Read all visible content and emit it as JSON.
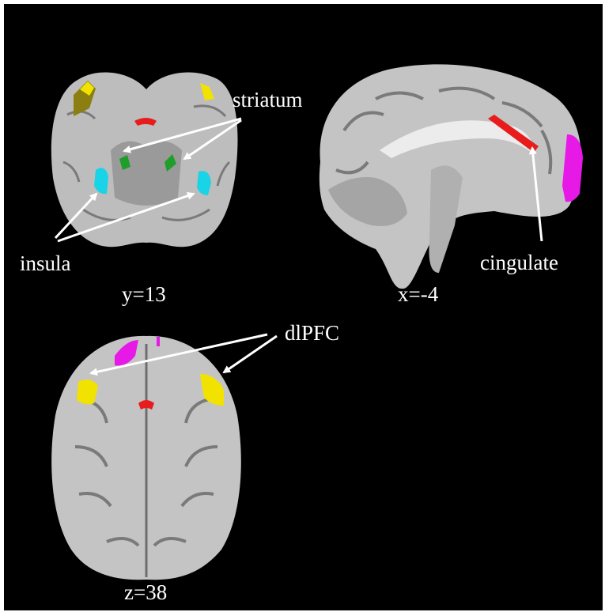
{
  "figure": {
    "background": "#000000",
    "brain_tissue": "#c9c9c9",
    "views": [
      {
        "id": "coronal",
        "coord": "y=13"
      },
      {
        "id": "sagittal",
        "coord": "x=-4"
      },
      {
        "id": "axial",
        "coord": "z=38"
      }
    ],
    "labels": {
      "striatum": "striatum",
      "insula": "insula",
      "cingulate": "cingulate",
      "dlpfc": "dlPFC"
    },
    "region_colors": {
      "striatum": "#1f9e2a",
      "insula": "#19d3e6",
      "cingulate": "#e81c1c",
      "dlpfc": "#f2e200",
      "dlpfc_dim": "#8a7f10",
      "medial_prefrontal": "#e619e6"
    }
  }
}
